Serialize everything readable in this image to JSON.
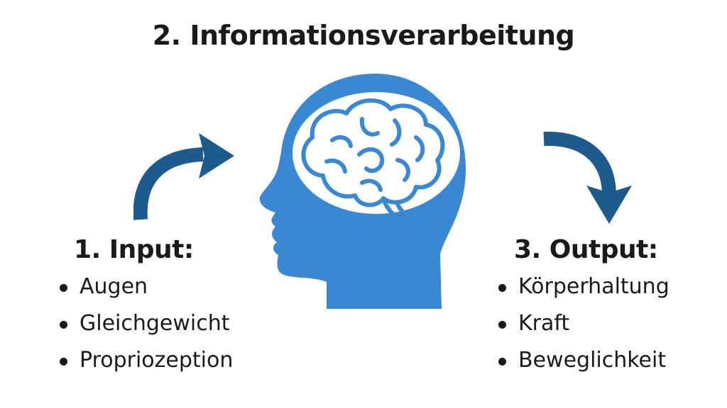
{
  "title": "2. Informationsverarbeitung",
  "input": {
    "heading": "1. Input:",
    "items": [
      "Augen",
      "Gleichgewicht",
      "Propriozeption"
    ]
  },
  "output": {
    "heading": "3. Output:",
    "items": [
      "Körperhaltung",
      "Kraft",
      "Beweglichkeit"
    ]
  },
  "colors": {
    "head": "#3a87d4",
    "arrow": "#1f5a8f",
    "brain": "#3a87d4",
    "text": "#1a1a1a"
  },
  "icons": {
    "head": "head-profile-icon",
    "brain": "brain-icon",
    "arrow_in": "curved-arrow-right-icon",
    "arrow_out": "curved-arrow-down-icon"
  }
}
